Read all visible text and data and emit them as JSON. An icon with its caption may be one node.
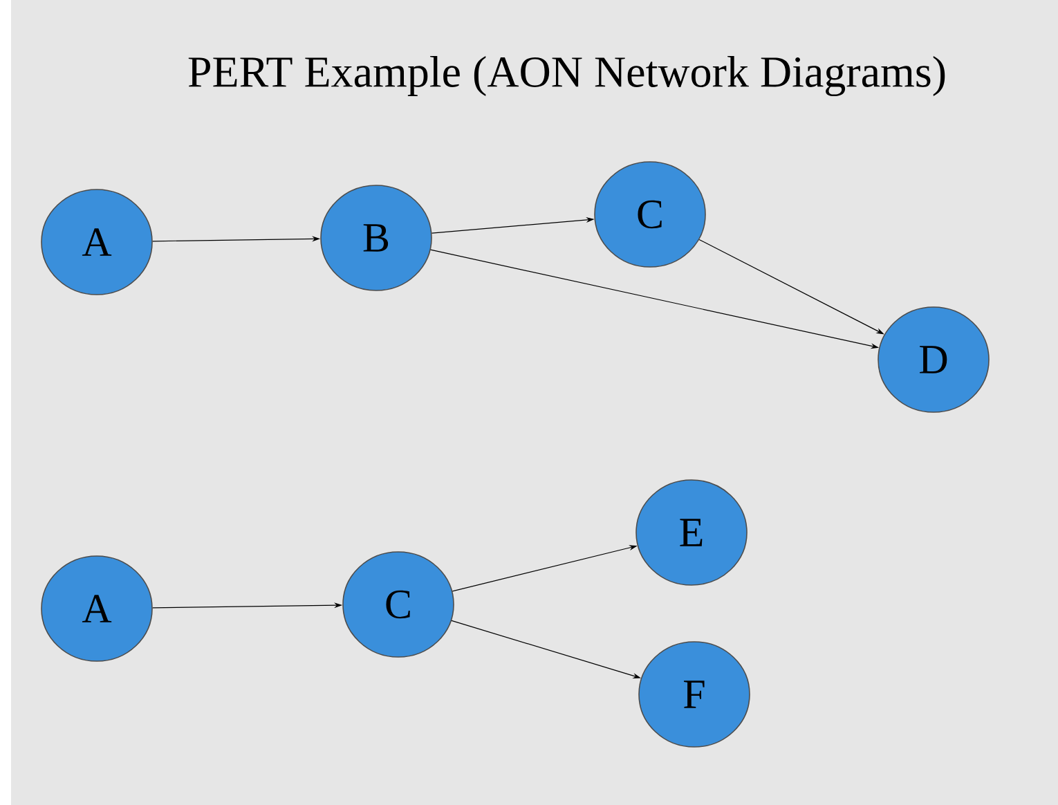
{
  "diagram": {
    "title": "PERT Example (AON Network Diagrams)",
    "nodes": [
      {
        "text": [
          "A"
        ]
      },
      {
        "text": [
          "B"
        ]
      },
      {
        "text": [
          "C"
        ]
      },
      {
        "text": [
          "D"
        ]
      },
      {
        "text": [
          "A"
        ]
      },
      {
        "text": [
          "C"
        ]
      },
      {
        "text": [
          "E"
        ]
      },
      {
        "text": [
          "F"
        ]
      }
    ],
    "edges": [
      {
        "from": 0,
        "to": 1,
        "arrow": "to"
      },
      {
        "from": 1,
        "to": 2,
        "arrow": "to"
      },
      {
        "from": 1,
        "to": 3,
        "arrow": "to"
      },
      {
        "from": 2,
        "to": 3,
        "arrow": "to"
      },
      {
        "from": 4,
        "to": 5,
        "arrow": "to"
      },
      {
        "from": 5,
        "to": 6,
        "arrow": "to"
      },
      {
        "from": 5,
        "to": 7,
        "arrow": "to"
      }
    ]
  }
}
